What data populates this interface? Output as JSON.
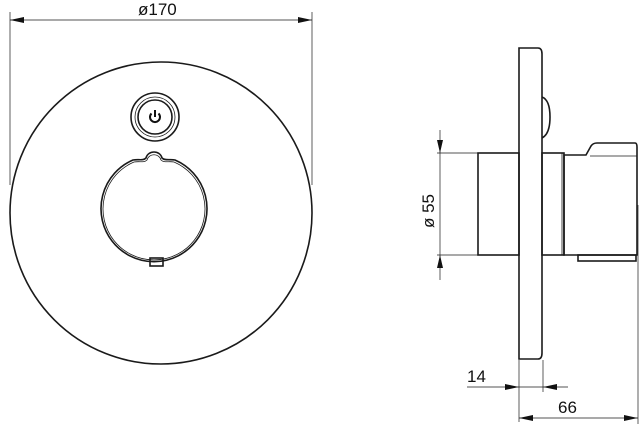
{
  "dimensions": {
    "outer_diameter": "ø170",
    "body_diameter": "ø 55",
    "plate_depth": "14",
    "total_depth": "66"
  },
  "icons": {
    "button": "power-icon"
  }
}
